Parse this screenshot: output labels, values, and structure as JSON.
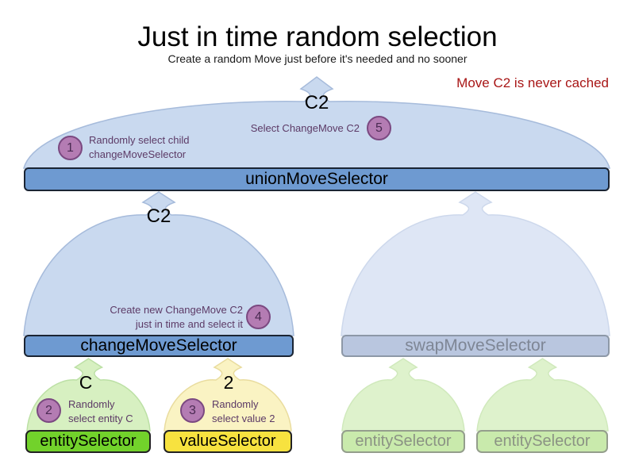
{
  "title": "Just in time random selection",
  "subtitle": "Create a random Move just before it's needed and no sooner",
  "note": "Move C2 is never cached",
  "colors": {
    "note_red": "#a81616",
    "dome_blue": "#c9d9ef",
    "bar_blue": "#6e9ad1",
    "bar_blue_faded": "#b9c6df",
    "bar_green": "#72d22b",
    "bar_yellow": "#f7e23f",
    "bar_green_faded": "#c9eaac",
    "badge_purple": "#b47cb3",
    "step_text_purple": "#5c3a66"
  },
  "selectors": {
    "union": "unionMoveSelector",
    "change": "changeMoveSelector",
    "swap": "swapMoveSelector",
    "entity": "entitySelector",
    "value": "valueSelector",
    "entity_faded_left": "entitySelector",
    "entity_faded_right": "entitySelector"
  },
  "outputs": {
    "union": "C2",
    "change": "C2",
    "entity": "C",
    "value": "2"
  },
  "steps": {
    "s1": {
      "num": "1",
      "line1": "Randomly select child",
      "line2": "changeMoveSelector"
    },
    "s2": {
      "num": "2",
      "line1": "Randomly",
      "line2": "select entity C"
    },
    "s3": {
      "num": "3",
      "line1": "Randomly",
      "line2": "select value 2"
    },
    "s4": {
      "num": "4",
      "line1": "Create new ChangeMove C2",
      "line2": "just in time and select it"
    },
    "s5": {
      "num": "5",
      "line1": "Select ChangeMove C2"
    }
  }
}
